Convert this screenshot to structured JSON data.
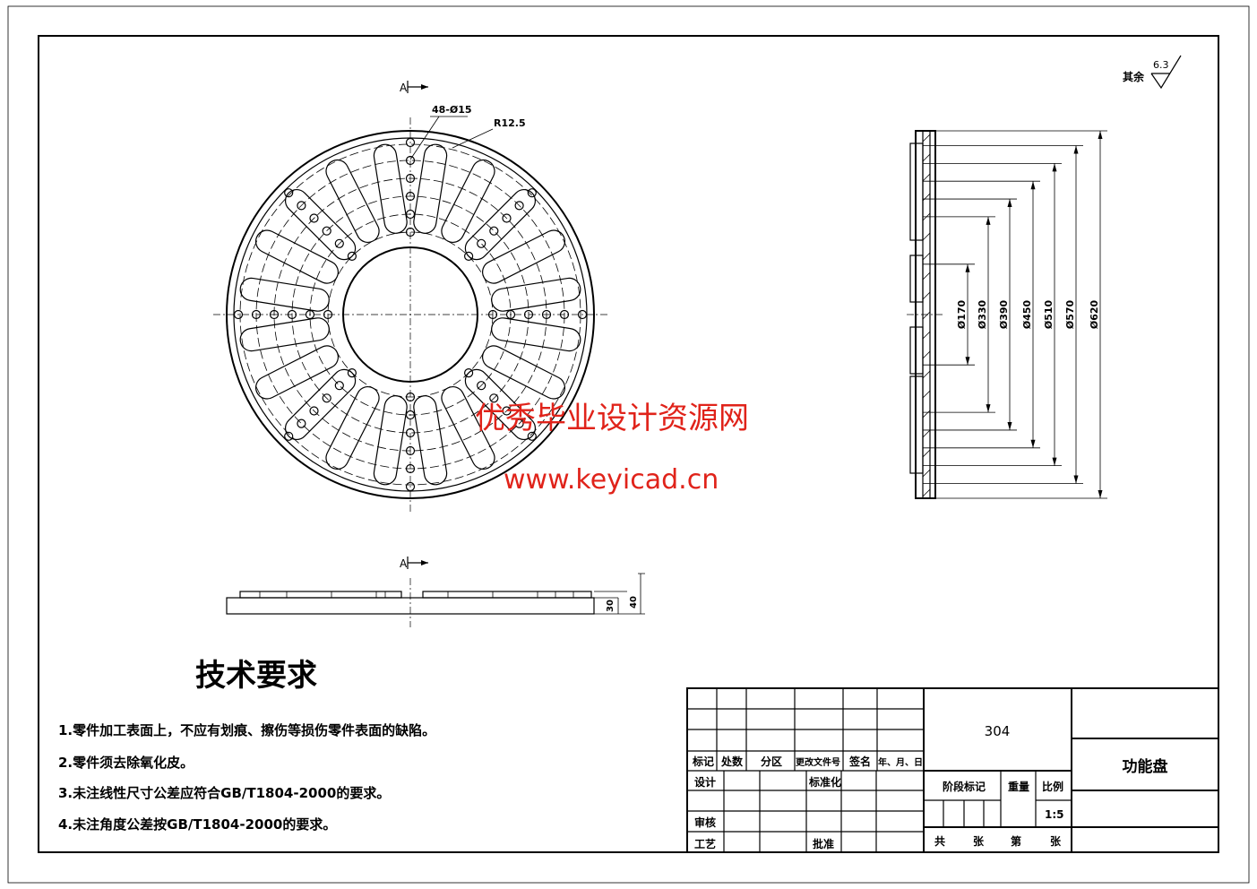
{
  "roughness": {
    "label": "其余",
    "value": "6.3"
  },
  "front_view": {
    "section_mark": "A",
    "holes_label": "48-Ø15",
    "radius_label": "R12.5"
  },
  "bottom_view": {
    "section_mark": "A",
    "dim_30": "30",
    "dim_40": "40"
  },
  "side_view": {
    "diameters": [
      "Ø170",
      "Ø330",
      "Ø390",
      "Ø450",
      "Ø510",
      "Ø570",
      "Ø620"
    ]
  },
  "watermark": {
    "title": "优秀毕业设计资源网",
    "url": "www.keyicad.cn",
    "color": "#e0231a"
  },
  "tech_requirements": {
    "title": "技术要求",
    "items": [
      "1.零件加工表面上，不应有划痕、擦伤等损伤零件表面的缺陷。",
      "2.零件须去除氧化皮。",
      "3.未注线性尺寸公差应符合GB/T1804-2000的要求。",
      "4.未注角度公差按GB/T1804-2000的要求。"
    ]
  },
  "title_block": {
    "material": "304",
    "part_name": "功能盘",
    "header_row": [
      "标记",
      "处数",
      "分区",
      "更改文件号",
      "签名",
      "年、月、日"
    ],
    "design": "设计",
    "standardize": "标准化",
    "review": "审核",
    "process": "工艺",
    "approve": "批准",
    "stage_mark": "阶段标记",
    "weight": "重量",
    "scale_label": "比例",
    "scale_value": "1:5",
    "sheets": [
      "共",
      "张",
      "第",
      "张"
    ]
  }
}
